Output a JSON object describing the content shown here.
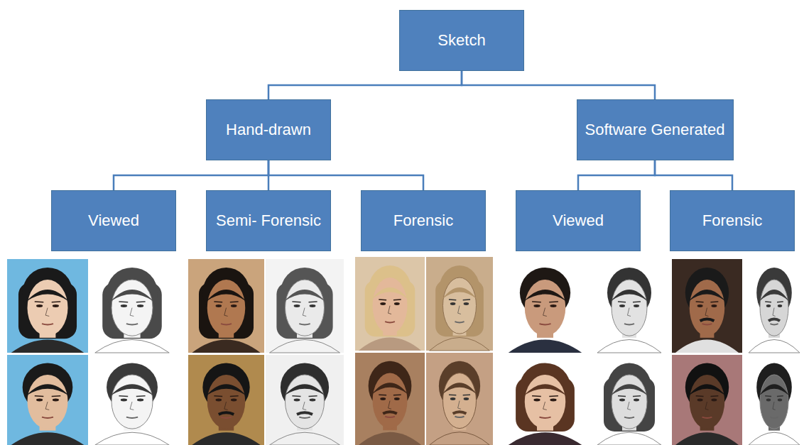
{
  "diagram": {
    "nodes": [
      {
        "text": [
          "Sketch"
        ]
      },
      {
        "text": [
          "Hand-drawn"
        ]
      },
      {
        "text": [
          "Software Generated"
        ]
      },
      {
        "text": [
          "Viewed"
        ]
      },
      {
        "text": [
          "Semi- Forensic"
        ]
      },
      {
        "text": [
          "Forensic"
        ]
      },
      {
        "text": [
          "Viewed"
        ]
      },
      {
        "text": [
          "Forensic"
        ]
      }
    ],
    "edges": [
      {
        "from": 0,
        "to": 1,
        "arrow": "none"
      },
      {
        "from": 0,
        "to": 2,
        "arrow": "none"
      },
      {
        "from": 1,
        "to": 3,
        "arrow": "none"
      },
      {
        "from": 1,
        "to": 4,
        "arrow": "none"
      },
      {
        "from": 1,
        "to": 5,
        "arrow": "none"
      },
      {
        "from": 2,
        "to": 6,
        "arrow": "none"
      },
      {
        "from": 2,
        "to": 7,
        "arrow": "none"
      }
    ]
  }
}
